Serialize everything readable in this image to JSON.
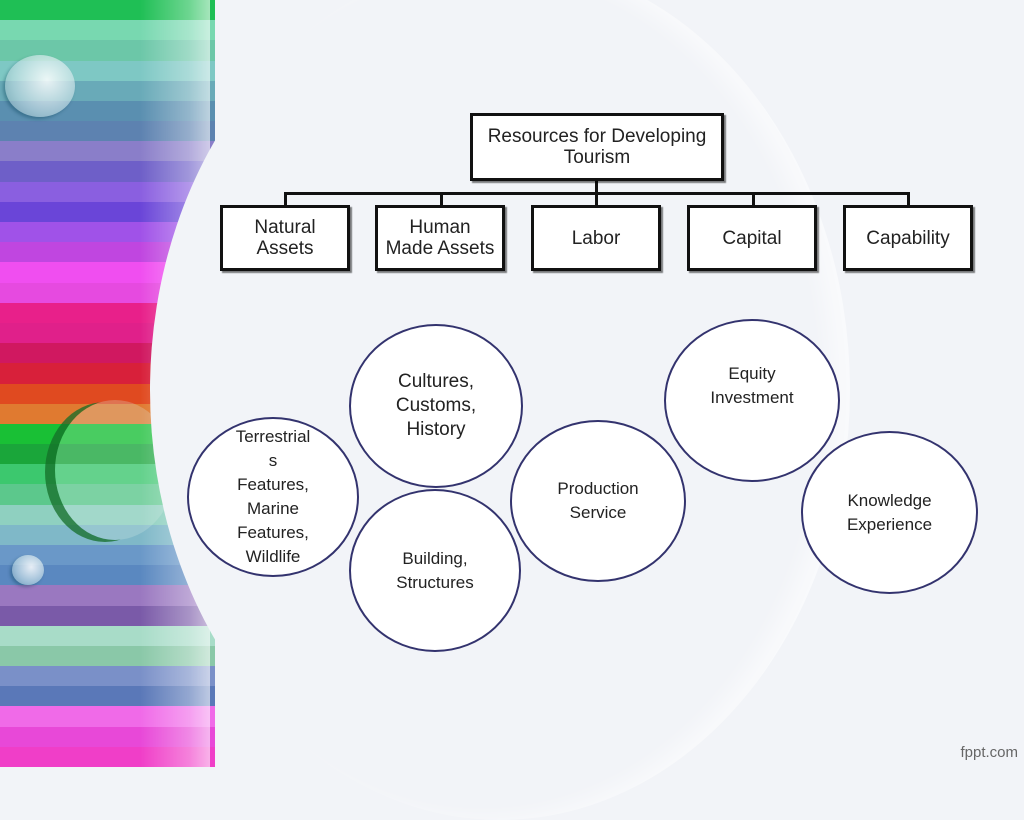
{
  "slide": {
    "background_color": "#f2f4f8",
    "stripe_colors": [
      "#1fbf55",
      "#78d8b0",
      "#6cc7a8",
      "#7ec8c4",
      "#69aab8",
      "#5a8fb0",
      "#5d82b0",
      "#8a7ec9",
      "#6e5fc8",
      "#8a5fe0",
      "#6a45d8",
      "#a052e8",
      "#c046e0",
      "#f04ef0",
      "#e64ae0",
      "#e8208a",
      "#e0208a",
      "#d01860",
      "#d8203a",
      "#e04a20",
      "#e07a30",
      "#19c035",
      "#1aa63a",
      "#3cc86e",
      "#5cc88c",
      "#8fd0c0",
      "#7fb8c8",
      "#6a98c8",
      "#5a88c0",
      "#9a78c0",
      "#7a5aa8",
      "#a8dcc8",
      "#8ac8a8",
      "#7a90c8",
      "#5a78b8",
      "#f06ae8",
      "#e848d8",
      "#f03ec8"
    ]
  },
  "diagram": {
    "root": "Resources for Developing\nTourism",
    "categories": [
      {
        "label": "Natural\nAssets"
      },
      {
        "label": "Human\nMade Assets"
      },
      {
        "label": "Labor"
      },
      {
        "label": "Capital"
      },
      {
        "label": "Capability"
      }
    ],
    "circles": [
      {
        "label": "Terrestrial\ns\nFeatures,\nMarine\nFeatures,\nWildlife"
      },
      {
        "label": "Cultures,\nCustoms,\nHistory"
      },
      {
        "label": "Building,\nStructures"
      },
      {
        "label": "Production\nService"
      },
      {
        "label": "Equity\nInvestment"
      },
      {
        "label": "Knowledge\nExperience"
      }
    ],
    "line_color": "#111111",
    "circle_border_color": "#33336e"
  },
  "footer": {
    "watermark": "fppt.com"
  }
}
